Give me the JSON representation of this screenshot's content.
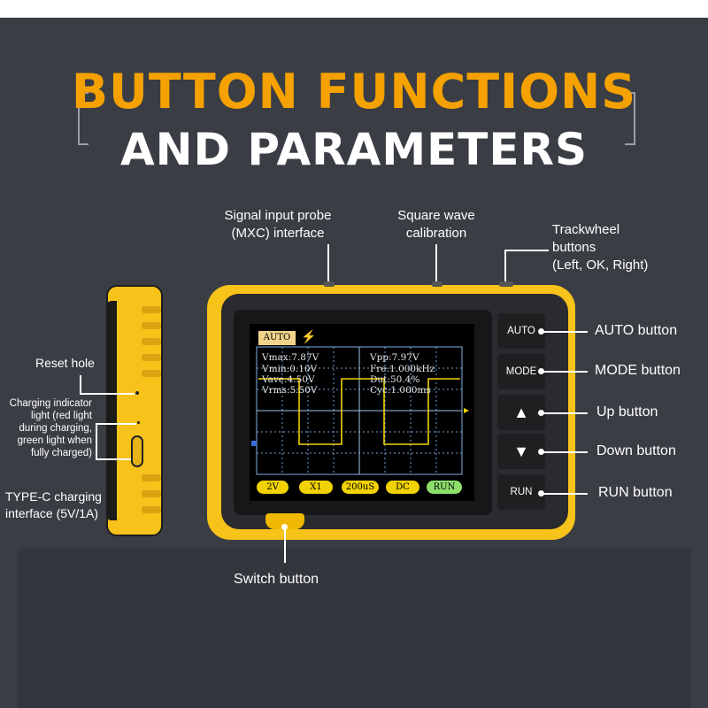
{
  "title": {
    "line1": "BUTTON FUNCTIONS",
    "line2": "AND PARAMETERS"
  },
  "side_labels": {
    "reset_hole": "Reset hole",
    "charging_indicator": [
      "Charging indicator",
      "light (red light",
      "during charging,",
      "green light when",
      "fully charged)"
    ],
    "typec": [
      "TYPE-C charging",
      "interface (5V/1A)"
    ]
  },
  "top_labels": {
    "probe": [
      "Signal input probe",
      "(MXC) interface"
    ],
    "square_wave": [
      "Square wave",
      "calibration"
    ],
    "trackwheel": [
      "Trackwheel",
      "buttons",
      "(Left, OK, Right)"
    ]
  },
  "right_labels": {
    "auto": "AUTO button",
    "mode": "MODE button",
    "up": "Up button",
    "down": "Down button",
    "run": "RUN button"
  },
  "bottom_label": "Switch button",
  "screen": {
    "mode_tag": "AUTO",
    "bolt": "⚡",
    "measurements": {
      "vmax": "Vmax:7.87V",
      "vmin": "Vmin:0.10V",
      "vave": "Vave:4.50V",
      "vrms": "Vrms:5.50V",
      "vpp": "Vpp:7.97V",
      "fre": "Fre:1.000kHz",
      "dut": "Dut:50.4%",
      "cyc": "Cyc:1.000ms"
    },
    "bottom_bar": [
      "2V",
      "X1",
      "200uS",
      "DC",
      "RUN"
    ],
    "colors": {
      "wave": "#f1d200",
      "grid": "#6fa3d8",
      "background": "#000000"
    }
  },
  "hardware_buttons": {
    "auto": "AUTO",
    "mode": "MODE",
    "up": "▲",
    "down": "▼",
    "run": "RUN"
  },
  "colors": {
    "accent": "#f5a100",
    "device_yellow": "#f7c21a",
    "background": "#3a3d44"
  }
}
